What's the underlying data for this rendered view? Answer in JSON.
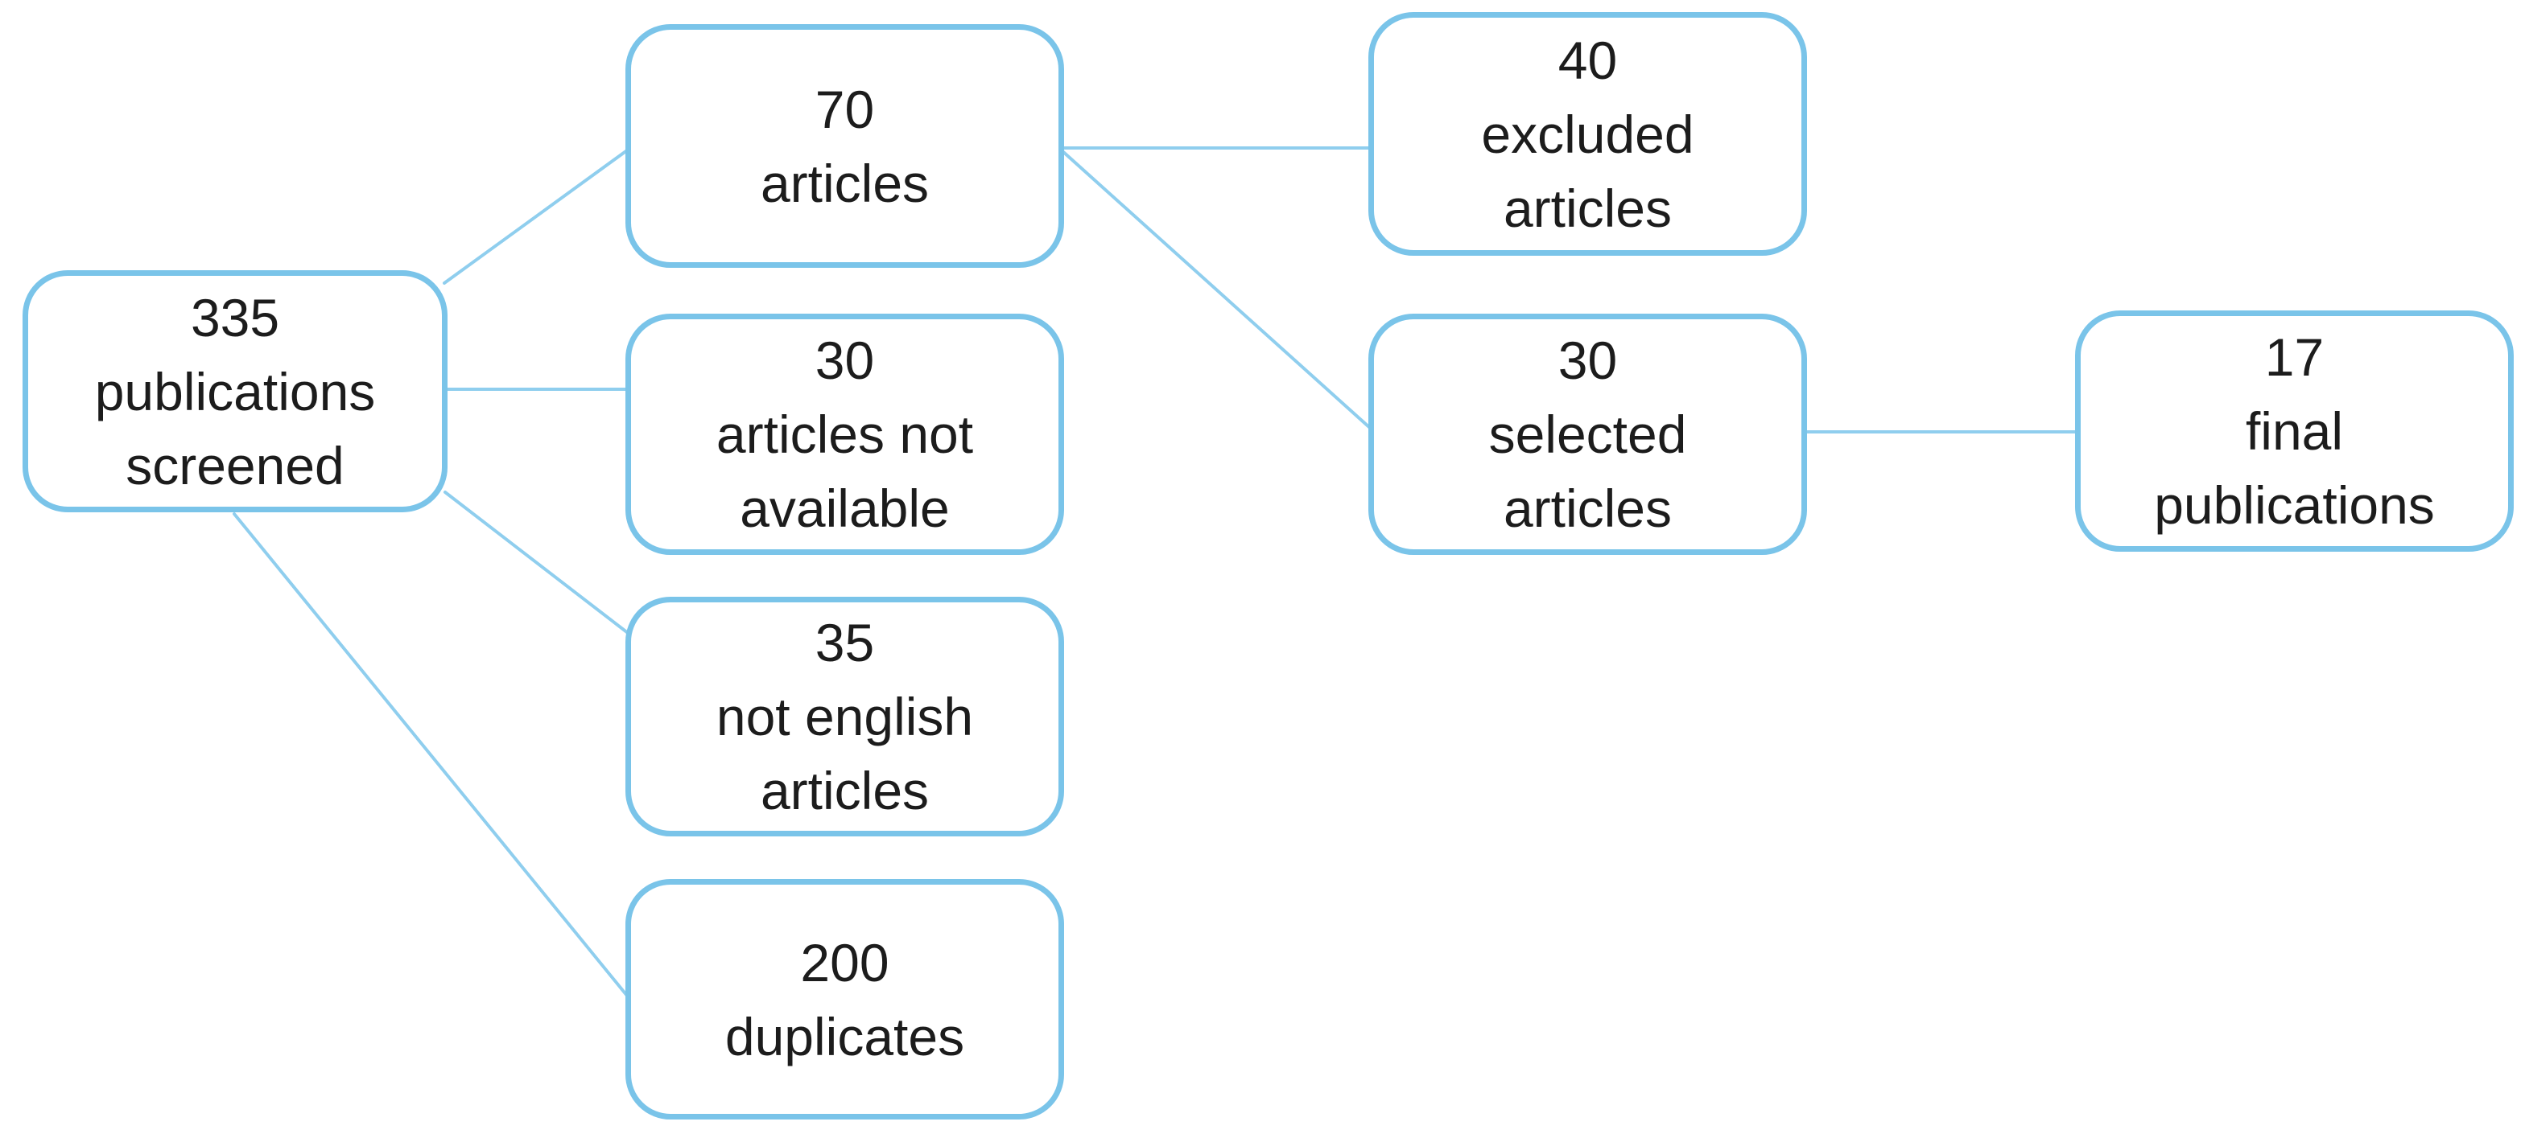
{
  "diagram": {
    "type": "flowchart",
    "background_color": "#ffffff",
    "node_border_color": "#7AC4E9",
    "connector_color": "#8FCEEE",
    "text_color": "#1c1c1c",
    "nodes": [
      {
        "id": "screened",
        "label": "335\npublications\nscreened"
      },
      {
        "id": "articles",
        "label": "70\narticles"
      },
      {
        "id": "not-available",
        "label": "30\narticles not\navailable"
      },
      {
        "id": "not-english",
        "label": "35\nnot english\narticles"
      },
      {
        "id": "duplicates",
        "label": "200\nduplicates"
      },
      {
        "id": "excluded",
        "label": "40\nexcluded\narticles"
      },
      {
        "id": "selected",
        "label": "30\nselected\narticles"
      },
      {
        "id": "final",
        "label": "17\nfinal\npublications"
      }
    ],
    "edges": [
      {
        "from": "screened",
        "to": "articles"
      },
      {
        "from": "screened",
        "to": "not-available"
      },
      {
        "from": "screened",
        "to": "not-english"
      },
      {
        "from": "screened",
        "to": "duplicates"
      },
      {
        "from": "articles",
        "to": "excluded"
      },
      {
        "from": "articles",
        "to": "selected"
      },
      {
        "from": "selected",
        "to": "final"
      }
    ]
  }
}
